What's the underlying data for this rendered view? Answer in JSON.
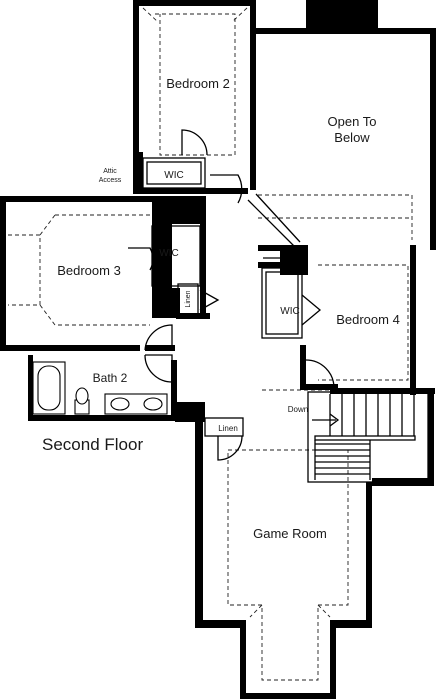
{
  "floor_title": "Second Floor",
  "rooms": {
    "bedroom2": "Bedroom 2",
    "open_to_below_line1": "Open To",
    "open_to_below_line2": "Below",
    "wic_bed2": "WIC",
    "attic_line1": "Attic",
    "attic_line2": "Access",
    "bedroom3": "Bedroom 3",
    "wic_bed3": "WIC",
    "linen_hall": "Linen",
    "wic_bed4": "WIC",
    "bedroom4": "Bedroom 4",
    "bath2": "Bath 2",
    "down": "Down",
    "linen_game": "Linen",
    "game_room": "Game Room"
  },
  "colors": {
    "wall": "#000000",
    "background": "#ffffff",
    "text": "#1a1a1a"
  }
}
